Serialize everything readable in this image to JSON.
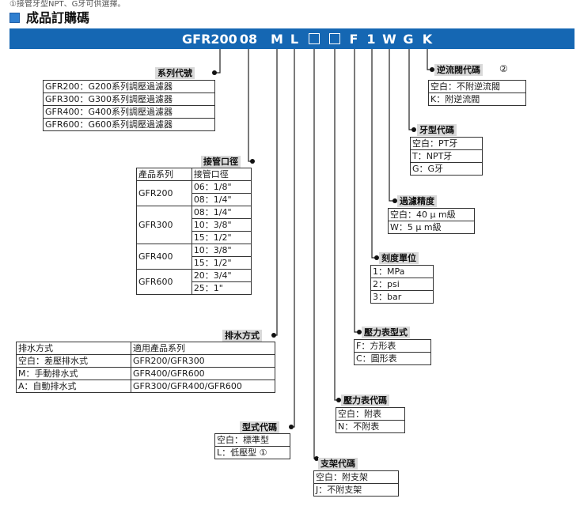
{
  "top_note": "①接管牙型NPT、G牙可供選擇。",
  "title": "成品訂購碼",
  "code": {
    "model": "GFR200",
    "port": "08",
    "type": "M",
    "drain": "L",
    "bracket": "",
    "gauge_unit_box": "",
    "gauge": "F",
    "unit": "1",
    "filter": "W",
    "thread": "G",
    "check": "K"
  },
  "series": {
    "label": "系列代號",
    "rows": [
      "GFR200：G200系列調壓過濾器",
      "GFR300：G300系列調壓過濾器",
      "GFR400：G400系列調壓過濾器",
      "GFR600：G600系列調壓過濾器"
    ]
  },
  "port": {
    "label": "接管口徑",
    "header": [
      "產品系列",
      "接管口徑"
    ],
    "groups": [
      {
        "series": "GFR200",
        "sizes": [
          "06：1/8\"",
          "08：1/4\""
        ]
      },
      {
        "series": "GFR300",
        "sizes": [
          "08：1/4\"",
          "10：3/8\"",
          "15：1/2\""
        ]
      },
      {
        "series": "GFR400",
        "sizes": [
          "10：3/8\"",
          "15：1/2\""
        ]
      },
      {
        "series": "GFR600",
        "sizes": [
          "20：3/4\"",
          "25：1\""
        ]
      }
    ]
  },
  "drain": {
    "label": "排水方式",
    "header": [
      "排水方式",
      "適用產品系列"
    ],
    "rows": [
      [
        "空白：差壓排水式",
        "GFR200/GFR300"
      ],
      [
        "M：手動排水式",
        "GFR400/GFR600"
      ],
      [
        "A：自動排水式",
        "GFR300/GFR400/GFR600"
      ]
    ]
  },
  "type": {
    "label": "型式代碼",
    "rows": [
      "空白：標準型",
      "L：低壓型 ①"
    ]
  },
  "bracket": {
    "label": "支架代碼",
    "rows": [
      "空白：附支架",
      "J：不附支架"
    ]
  },
  "gauge": {
    "label": "壓力表代碼",
    "rows": [
      "空白：附表",
      "N：不附表"
    ]
  },
  "gauge_type": {
    "label": "壓力表型式",
    "rows": [
      "F：方形表",
      "C：圓形表"
    ]
  },
  "unit": {
    "label": "刻度單位",
    "rows": [
      "1：MPa",
      "2：psi",
      "3：bar"
    ]
  },
  "filter": {
    "label": "過濾精度",
    "rows": [
      "空白：40 μ m級",
      "W：5 μ m級"
    ]
  },
  "thread": {
    "label": "牙型代碼",
    "rows": [
      "空白：PT牙",
      "T：NPT牙",
      "G：G牙"
    ]
  },
  "check": {
    "label": "逆流閥代碼",
    "label_note": "②",
    "rows": [
      "空白：不附逆流閥",
      "K：附逆流閥"
    ]
  },
  "colors": {
    "bar": "#1567b3",
    "label_bg": "#d9d9d9",
    "accent": "#2f7fd0"
  }
}
